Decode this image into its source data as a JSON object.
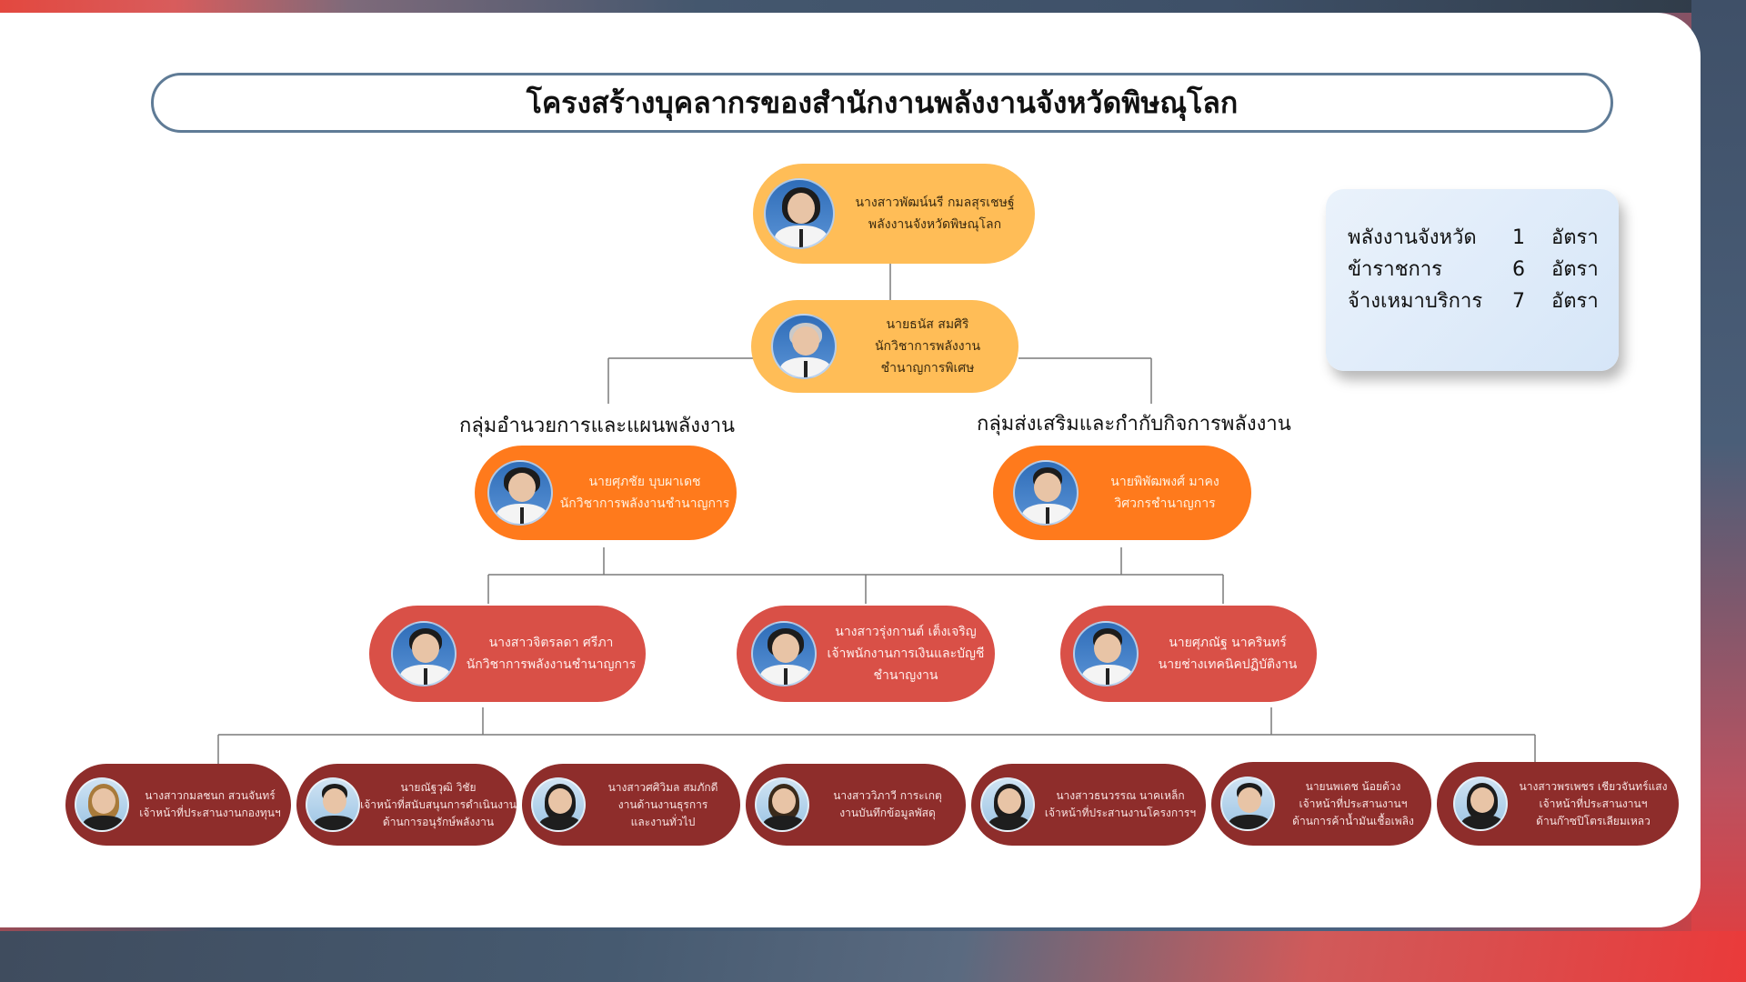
{
  "title": "โครงสร้างบุคลากรของสำนักงานพลังงานจังหวัดพิษณุโลก",
  "stats": [
    {
      "label": "พลังงานจังหวัด",
      "count": "1",
      "unit": "อัตรา"
    },
    {
      "label": "ข้าราชการ",
      "count": "6",
      "unit": "อัตรา"
    },
    {
      "label": "จ้างเหมาบริการ",
      "count": "7",
      "unit": "อัตรา"
    }
  ],
  "groups": {
    "left": "กลุ่มอำนวยการและแผนพลังงาน",
    "right": "กลุ่มส่งเสริมและกำกับกิจการพลังงาน"
  },
  "head": {
    "lines": [
      "นางสาวพัฒน์นรี กมลสุรเชษฐ์",
      "พลังงานจังหวัดพิษณุโลก"
    ]
  },
  "deputy": {
    "lines": [
      "นายธนัส สมศิริ",
      "นักวิชาการพลังงาน",
      "ชำนาญการพิเศษ"
    ]
  },
  "level2": [
    {
      "lines": [
        "นายศุภชัย บุบผาเดช",
        "นักวิชาการพลังงานชำนาญการ"
      ]
    },
    {
      "lines": [
        "นายพิพัฒพงศ์ มาคง",
        "วิศวกรชำนาญการ"
      ]
    }
  ],
  "level3": [
    {
      "lines": [
        "นางสาวจิตรลดา ศรีภา",
        "นักวิชาการพลังงานชำนาญการ"
      ]
    },
    {
      "lines": [
        "นางสาวรุ่งกานต์ เต็งเจริญ",
        "เจ้าพนักงานการเงินและบัญชี",
        "ชำนาญงาน"
      ]
    },
    {
      "lines": [
        "นายศุภณัฐ นาครินทร์",
        "นายช่างเทคนิคปฏิบัติงาน"
      ]
    }
  ],
  "staff": [
    {
      "lines": [
        "นางสาวกมลชนก สวนจันทร์",
        "เจ้าหน้าที่ประสานงานกองทุนฯ"
      ]
    },
    {
      "lines": [
        "นายณัฐวุฒิ วิชัย",
        "เจ้าหน้าที่สนับสนุนการดำเนินงาน",
        "ด้านการอนุรักษ์พลังงาน"
      ]
    },
    {
      "lines": [
        "นางสาวศศิวิมล สมภักดี",
        "งานด้านงานธุรการ",
        "และงานทั่วไป"
      ]
    },
    {
      "lines": [
        "นางสาววิภาวี การะเกตุ",
        "งานบันทึกข้อมูลพัสดุ"
      ]
    },
    {
      "lines": [
        "นางสาวธนวรรณ นาคเหล็ก",
        "เจ้าหน้าที่ประสานงานโครงการฯ"
      ]
    },
    {
      "lines": [
        "นายนพเดช น้อยด้วง",
        "เจ้าหน้าที่ประสานงานฯ",
        "ด้านการค้าน้ำมันเชื้อเพลิง"
      ]
    },
    {
      "lines": [
        "นางสาวพรเพชร เชียวจันทร์แสง",
        "เจ้าหน้าที่ประสานงานฯ",
        "ด้านก๊าซปิโตรเลียมเหลว"
      ]
    }
  ],
  "colors": {
    "head": "#ffbd57",
    "level2": "#ff7a1c",
    "level3": "#d95047",
    "staff": "#8e2d2b",
    "title_border": "#5f7b96"
  }
}
